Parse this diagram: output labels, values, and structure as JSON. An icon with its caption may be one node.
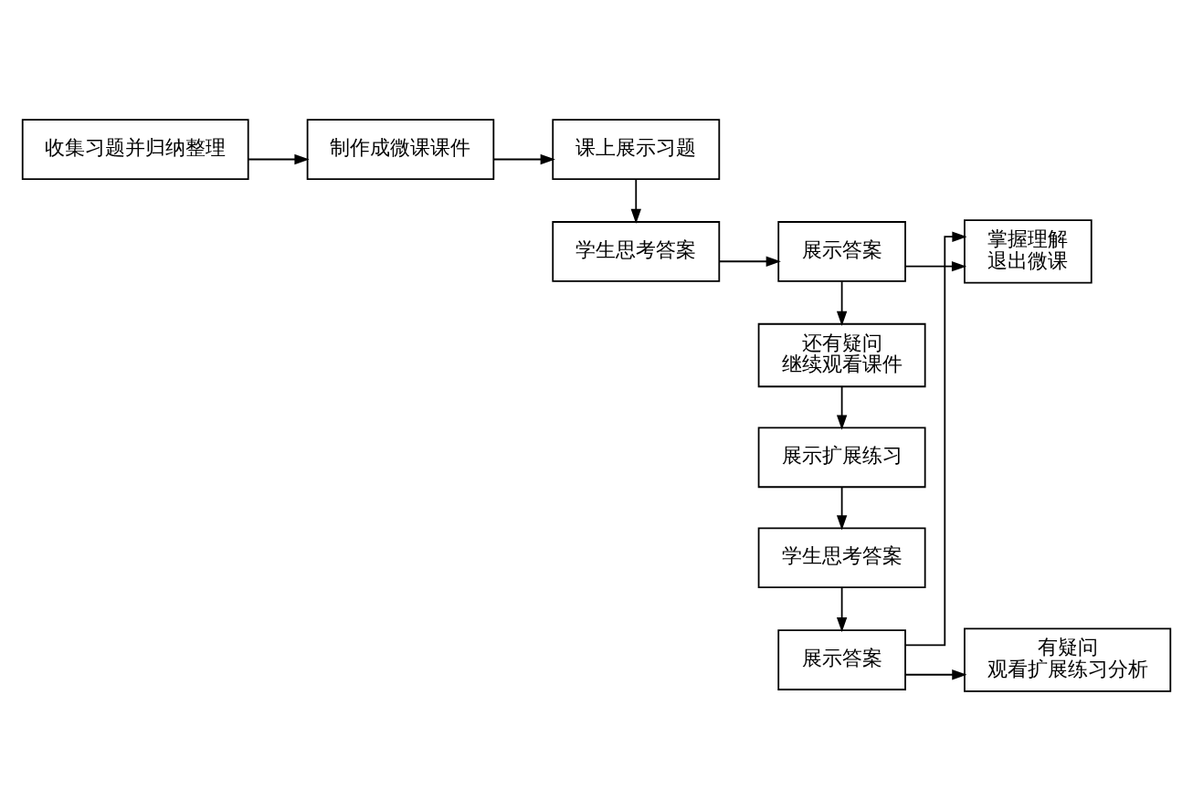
{
  "diagram": {
    "nodes": [
      {
        "text": [
          "收集习题并归纳整理"
        ]
      },
      {
        "text": [
          "制作成微课课件"
        ]
      },
      {
        "text": [
          "课上展示习题"
        ]
      },
      {
        "text": [
          "掌握理解",
          "退出微课"
        ]
      },
      {
        "text": [
          "展示答案"
        ]
      },
      {
        "text": [
          "学生思考答案"
        ]
      },
      {
        "text": [
          "还有疑问",
          "继续观看课件"
        ]
      },
      {
        "text": [
          "展示扩展练习"
        ]
      },
      {
        "text": [
          "学生思考答案"
        ]
      },
      {
        "text": [
          "展示答案"
        ]
      },
      {
        "text": [
          "有疑问",
          "观看扩展练习分析"
        ]
      }
    ],
    "edges": [
      {
        "from": 0,
        "to": 1,
        "arrow": "to"
      },
      {
        "from": 1,
        "to": 2,
        "arrow": "to"
      },
      {
        "from": 2,
        "to": 5,
        "arrow": "to"
      },
      {
        "from": 5,
        "to": 4,
        "arrow": "to"
      },
      {
        "from": 4,
        "to": 3,
        "arrow": "to"
      },
      {
        "from": 4,
        "to": 6,
        "arrow": "to"
      },
      {
        "from": 6,
        "to": 7,
        "arrow": "to"
      },
      {
        "from": 7,
        "to": 8,
        "arrow": "to"
      },
      {
        "from": 8,
        "to": 9,
        "arrow": "to"
      },
      {
        "from": 9,
        "to": 3,
        "arrow": "to"
      },
      {
        "from": 9,
        "to": 10,
        "arrow": "to"
      }
    ]
  }
}
